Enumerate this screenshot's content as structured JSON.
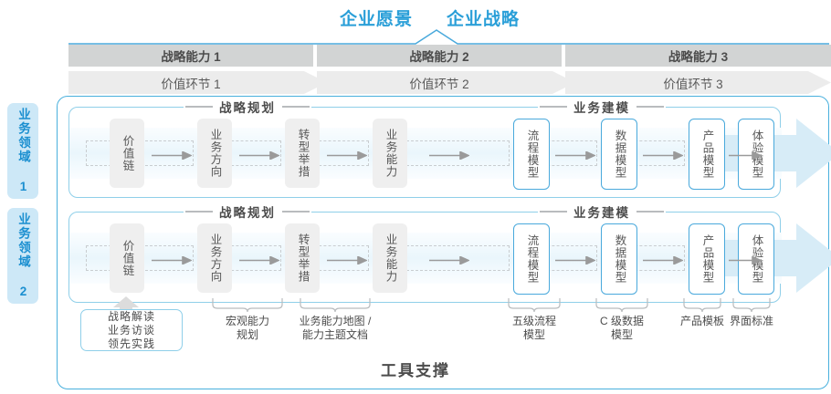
{
  "header": {
    "vision": "企业愿景",
    "strategy": "企业战略",
    "accent_color": "#2a9fd8"
  },
  "capability_bars": [
    {
      "label": "战略能力 1"
    },
    {
      "label": "战略能力 2"
    },
    {
      "label": "战略能力 3"
    }
  ],
  "value_bars": [
    {
      "label": "价值环节 1"
    },
    {
      "label": "价值环节 2"
    },
    {
      "label": "价值环节 3"
    }
  ],
  "domain_tabs": [
    {
      "label": "业务领域 1"
    },
    {
      "label": "业务领域 2"
    }
  ],
  "sections": {
    "planning": "战略规划",
    "modeling": "业务建模"
  },
  "rows": [
    {
      "nodes": [
        {
          "label": "价值链",
          "style": "gray"
        },
        {
          "label": "业务方向",
          "style": "gray"
        },
        {
          "label": "转型举措",
          "style": "gray"
        },
        {
          "label": "业务能力",
          "style": "gray"
        },
        {
          "label": "流程模型",
          "style": "blue"
        },
        {
          "label": "数据模型",
          "style": "blue"
        },
        {
          "label": "产品模型",
          "style": "blue"
        },
        {
          "label": "体验模型",
          "style": "blue"
        }
      ]
    },
    {
      "nodes": [
        {
          "label": "价值链",
          "style": "gray"
        },
        {
          "label": "业务方向",
          "style": "gray"
        },
        {
          "label": "转型举措",
          "style": "gray"
        },
        {
          "label": "业务能力",
          "style": "gray"
        },
        {
          "label": "流程模型",
          "style": "blue"
        },
        {
          "label": "数据模型",
          "style": "blue"
        },
        {
          "label": "产品模型",
          "style": "blue"
        },
        {
          "label": "体验模型",
          "style": "blue"
        }
      ]
    }
  ],
  "tool_support": {
    "title": "工具支撑",
    "strategy_box": "战略解读\n业务访谈\n领先实践",
    "labels": [
      {
        "line1": "宏观能力",
        "line2": "规划"
      },
      {
        "line1": "业务能力地图 /",
        "line2": "能力主题文档"
      },
      {
        "line1": "五级流程",
        "line2": "模型"
      },
      {
        "line1": "C 级数据",
        "line2": "模型"
      },
      {
        "line1": "产品模板",
        "line2": ""
      },
      {
        "line1": "界面标准",
        "line2": ""
      }
    ]
  },
  "colors": {
    "blue": "#49a9dc",
    "light_blue": "#cde8f7",
    "bar_gray": "#d2d4d4",
    "bar_light_gray": "#ececec",
    "node_gray": "#efefef"
  }
}
